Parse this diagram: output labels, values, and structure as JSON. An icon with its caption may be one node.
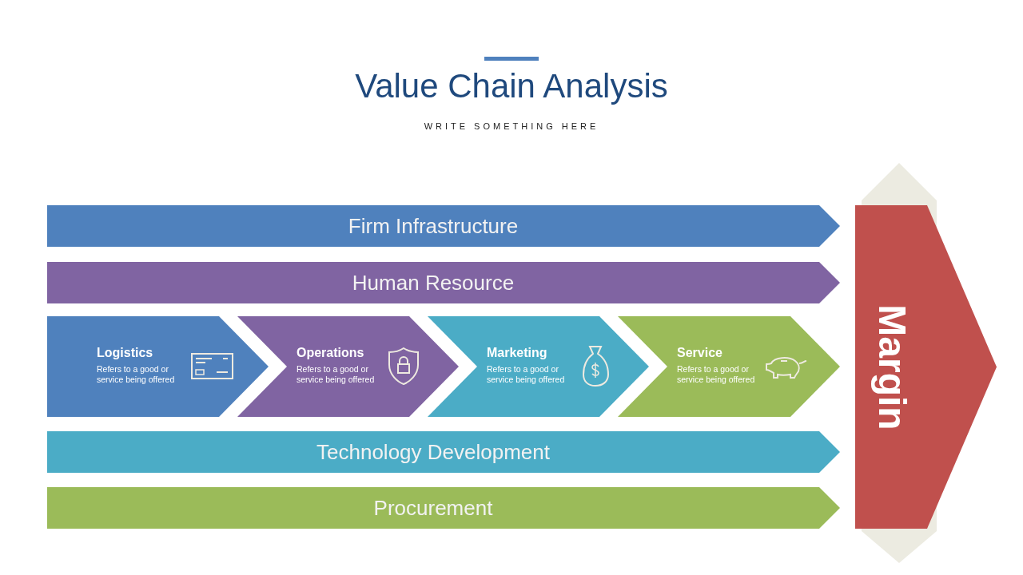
{
  "diagram": {
    "title": "Value Chain Analysis",
    "nodes": [
      {
        "text": [
          "Firm Infrastructure"
        ]
      },
      {
        "text": [
          "Human Resource"
        ]
      },
      {
        "text": [
          "Logistics",
          "Refers to a good or service being offered"
        ]
      },
      {
        "text": [
          "Operations",
          "Refers to a good or service being offered"
        ]
      },
      {
        "text": [
          "Marketing",
          "Refers to a good or service being offered"
        ]
      },
      {
        "text": [
          "Service",
          "Refers to a good or service being offered"
        ]
      },
      {
        "text": [
          "Technology Development"
        ]
      },
      {
        "text": [
          "Procurement"
        ]
      },
      {
        "text": [
          "Margin"
        ]
      }
    ],
    "labels": [
      "WRITE SOMETHING HERE"
    ]
  }
}
